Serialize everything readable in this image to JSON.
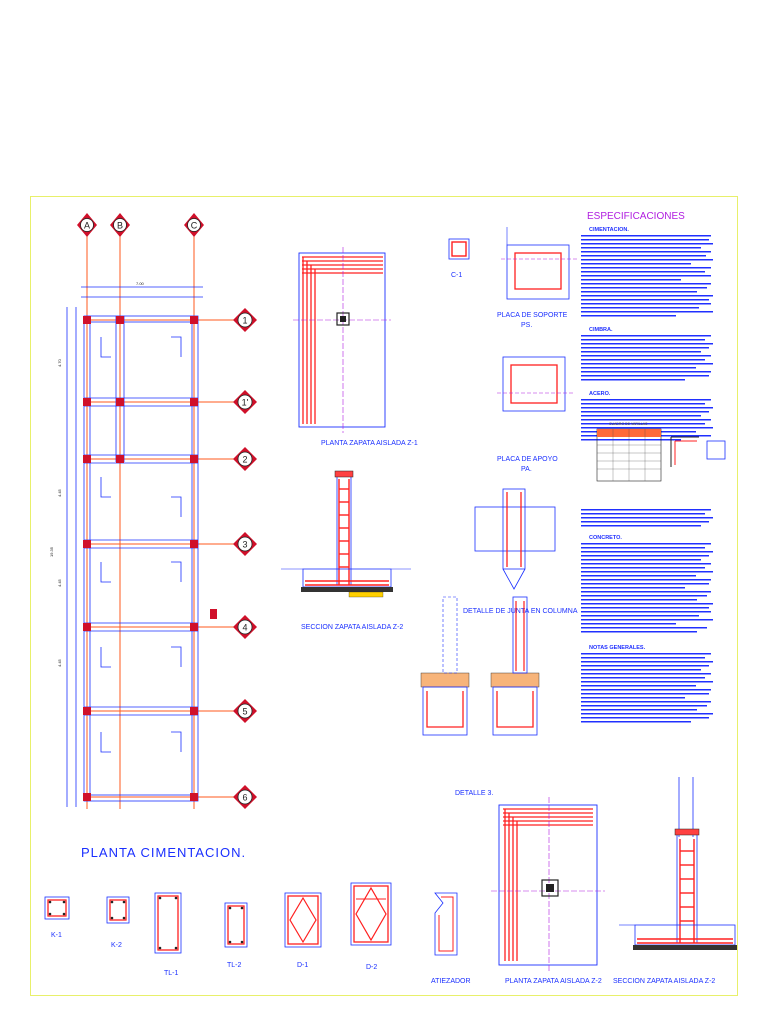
{
  "plan": {
    "title": "PLANTA  CIMENTACION.",
    "col_axes": [
      "A",
      "B",
      "C"
    ],
    "row_axes": [
      "1",
      "1'",
      "2",
      "3",
      "4",
      "5",
      "6"
    ]
  },
  "drawings": {
    "zapata_z1_plan": "PLANTA ZAPATA AISLADA Z-1",
    "zapata_z2_section": "SECCION ZAPATA AISLADA Z-2",
    "column_c1": "C-1",
    "placa_soporte": "PLACA DE SOPORTE",
    "placa_soporte_code": "PS.",
    "placa_apoyo": "PLACA DE APOYO",
    "placa_apoyo_code": "PA.",
    "junta_columna": "DETALLE DE JUNTA EN COLUMNA",
    "detalle3": "DETALLE 3.",
    "zapata_z2_plan_bottom": "PLANTA ZAPATA AISLADA Z-2",
    "zapata_z2_section_bottom": "SECCION ZAPATA AISLADA Z-2",
    "atiezador": "ATIEZADOR"
  },
  "sections": [
    "K-1",
    "K-2",
    "TL-1",
    "TL-2",
    "D-1",
    "D-2"
  ],
  "specs": {
    "title": "ESPECIFICACIONES",
    "subtitles": [
      "CIMENTACION.",
      "CIMBRA.",
      "ACERO.",
      "CONCRETO.",
      "NOTAS GENERALES."
    ],
    "table_title": "CUADRO DE VARILLAS"
  },
  "colors": {
    "drawing_line": "#1a2fff",
    "rebar": "#ff2020",
    "axis_line": "#ff5a1e",
    "axis_marker": "#d0102a",
    "spec_heading": "#b01ce0",
    "border": "#e8f06a"
  }
}
